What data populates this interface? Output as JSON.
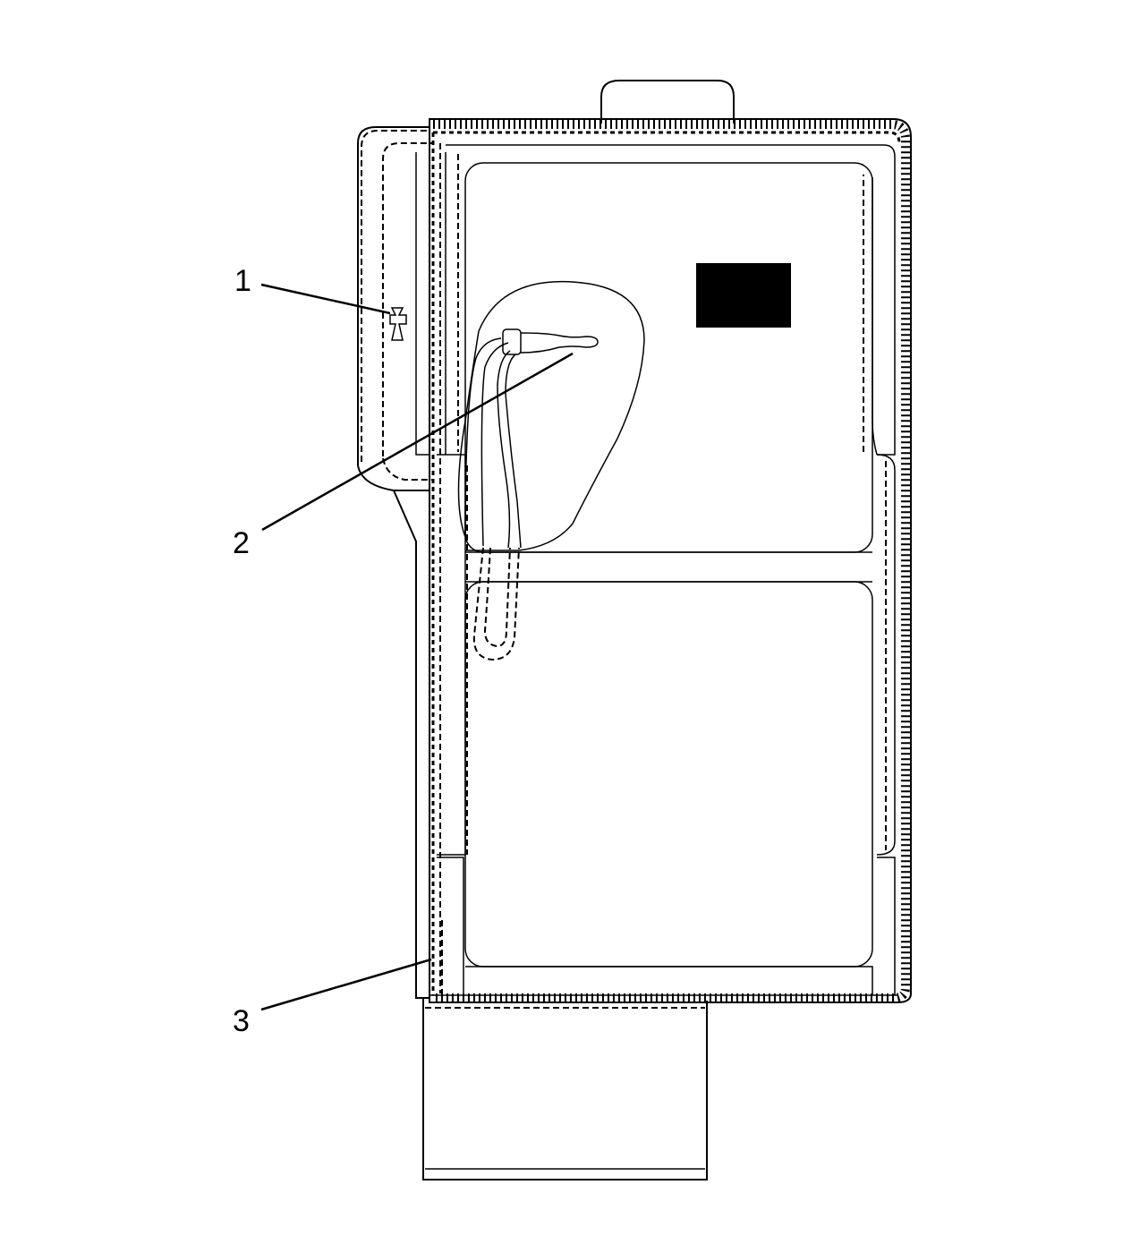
{
  "colors": {
    "line": "#000000",
    "background": "#ffffff",
    "label_patch": "#000000"
  },
  "callouts": [
    {
      "id": "1",
      "label": "1"
    },
    {
      "id": "2",
      "label": "2"
    },
    {
      "id": "3",
      "label": "3"
    }
  ]
}
